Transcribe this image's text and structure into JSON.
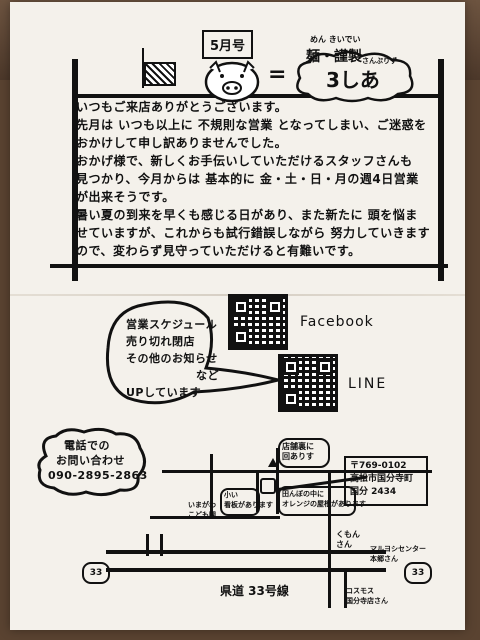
{
  "header": {
    "issue_badge": "5月号",
    "equation_eq": "=",
    "shop_ruby": "めん きいでい",
    "shop_title": "麺・謹製",
    "shop_name": "3しあ",
    "shop_name_ruby": "さんぷりず"
  },
  "message": {
    "lines": [
      "いつもご来店ありがとうございます。",
      "先月は いつも以上に 不規則な営業 となってしまい、ご迷惑を",
      "おかけして申し訳ありませんでした。",
      "おかげ様で、新しくお手伝いしていただけるスタッフさんも",
      "見つかり、今月からは 基本的に 金・土・日・月の週4日営業",
      "が出来そうです。",
      "暑い夏の到来を早くも感じる日があり、また新たに 頭を悩ま",
      "せていますが、これからも試行錯誤しながら 努力していきます",
      "ので、変わらず見守っていただけると有難いです。"
    ]
  },
  "sns": {
    "bubble_lines": [
      "営業スケジュール",
      "売り切れ閉店",
      "その他のお知らせ",
      "など",
      "UPしています"
    ],
    "facebook_label": "Facebook",
    "line_label": "LINE"
  },
  "contact": {
    "lines": [
      "電話での",
      "お問い合わせ",
      "090-2895-2863"
    ]
  },
  "map": {
    "address_lines": [
      "〒769-0102",
      "高松市国分寺町",
      "国分 2434"
    ],
    "landmark_tenant": "店舗裏に\n回ありす",
    "landmark_orange": "田んぼの中に\nオレンジの屋根があります",
    "landmark_small": "小い\n看板があります",
    "landmark_imagawa": "いまがわ\nこども園",
    "landmark_kunsan": "くもん\nさん",
    "landmark_marunaka": "マルヨシセンター\n本郷さん",
    "landmark_cosmos": "コスモス\n国分寺店さん",
    "road_label": "県道 33号線",
    "route_badge": "33"
  }
}
